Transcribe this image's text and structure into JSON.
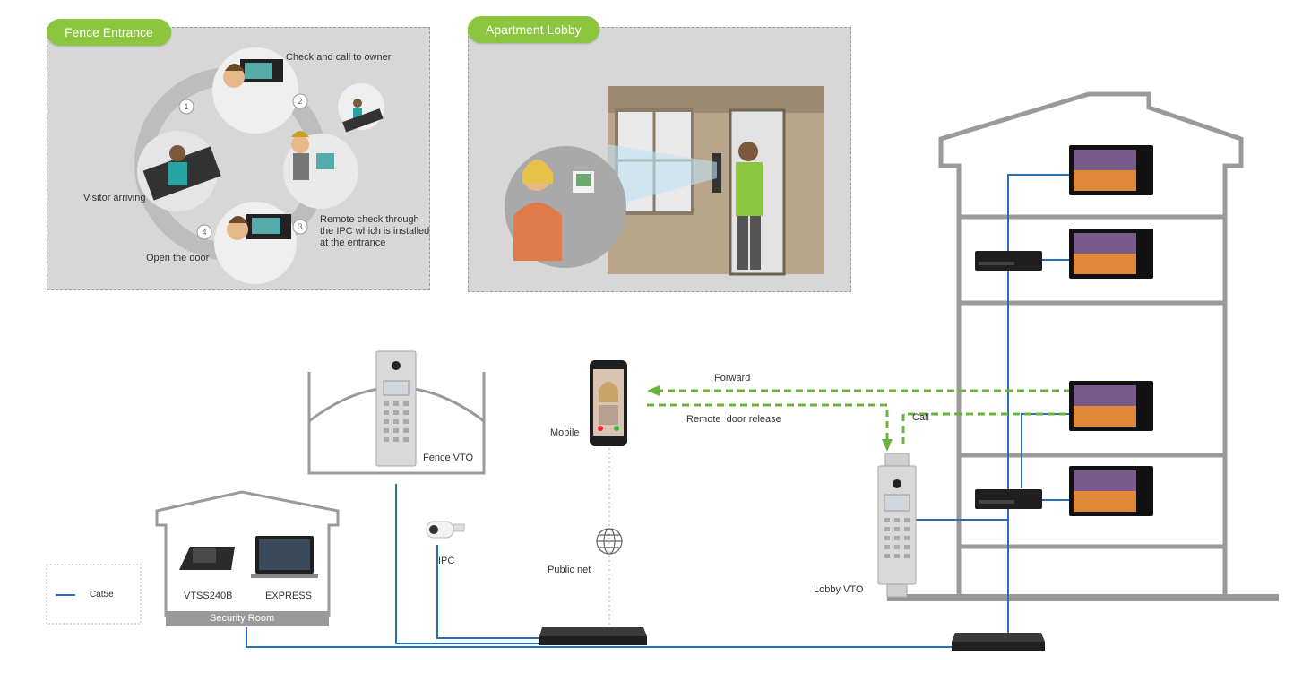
{
  "panels": {
    "fence": {
      "title": "Fence Entrance",
      "steps": {
        "check_call": "Check and call to owner",
        "visitor": "Visitor arriving",
        "remote_check_1": "Remote check through",
        "remote_check_2": "the IPC which is installed",
        "remote_check_3": "at the entrance",
        "open_door": "Open the door"
      },
      "step_numbers": [
        "1",
        "2",
        "3",
        "4"
      ]
    },
    "lobby": {
      "title": "Apartment Lobby"
    }
  },
  "diagram": {
    "fence_vto": "Fence VTO",
    "mobile": "Mobile",
    "forward": "Forward",
    "remote_release": "Remote  door release",
    "call": "Call",
    "ipc": "IPC",
    "public_net": "Public net",
    "lobby_vto": "Lobby VTO",
    "security_room": "Security Room",
    "vtss": "VTSS240B",
    "express": "EXPRESS",
    "legend_cable": "Cat5e"
  },
  "colors": {
    "accent": "#8cc63f",
    "cable": "#2b6fb3",
    "wireless": "#6cb33e",
    "building": "#9a9a9a"
  }
}
